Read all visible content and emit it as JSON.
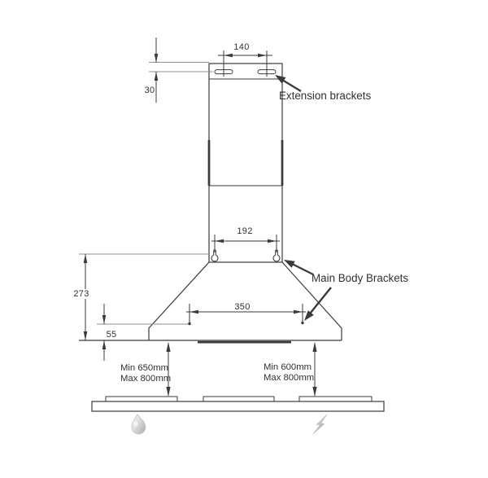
{
  "colors": {
    "line": "#3a3a3a",
    "ext-line": "#8f8f8f",
    "text": "#303030",
    "icon-light": "#efefef",
    "icon-dark": "#a6a6a6"
  },
  "dimensions": {
    "top_slot_spacing": "140",
    "top_slot_offset": "30",
    "keyhole_spacing": "192",
    "body_height": "273",
    "base_bracket_spacing": "350",
    "base_band_height": "55"
  },
  "annotations": {
    "extension_brackets": "Extension brackets",
    "main_body_brackets": "Main Body Brackets"
  },
  "clearances": {
    "left": {
      "line1": "Min 650mm",
      "line2": "Max 800mm",
      "icon": "droplet-icon"
    },
    "right": {
      "line1": "Min 600mm",
      "line2": "Max 800mm",
      "icon": "lightning-icon"
    }
  }
}
